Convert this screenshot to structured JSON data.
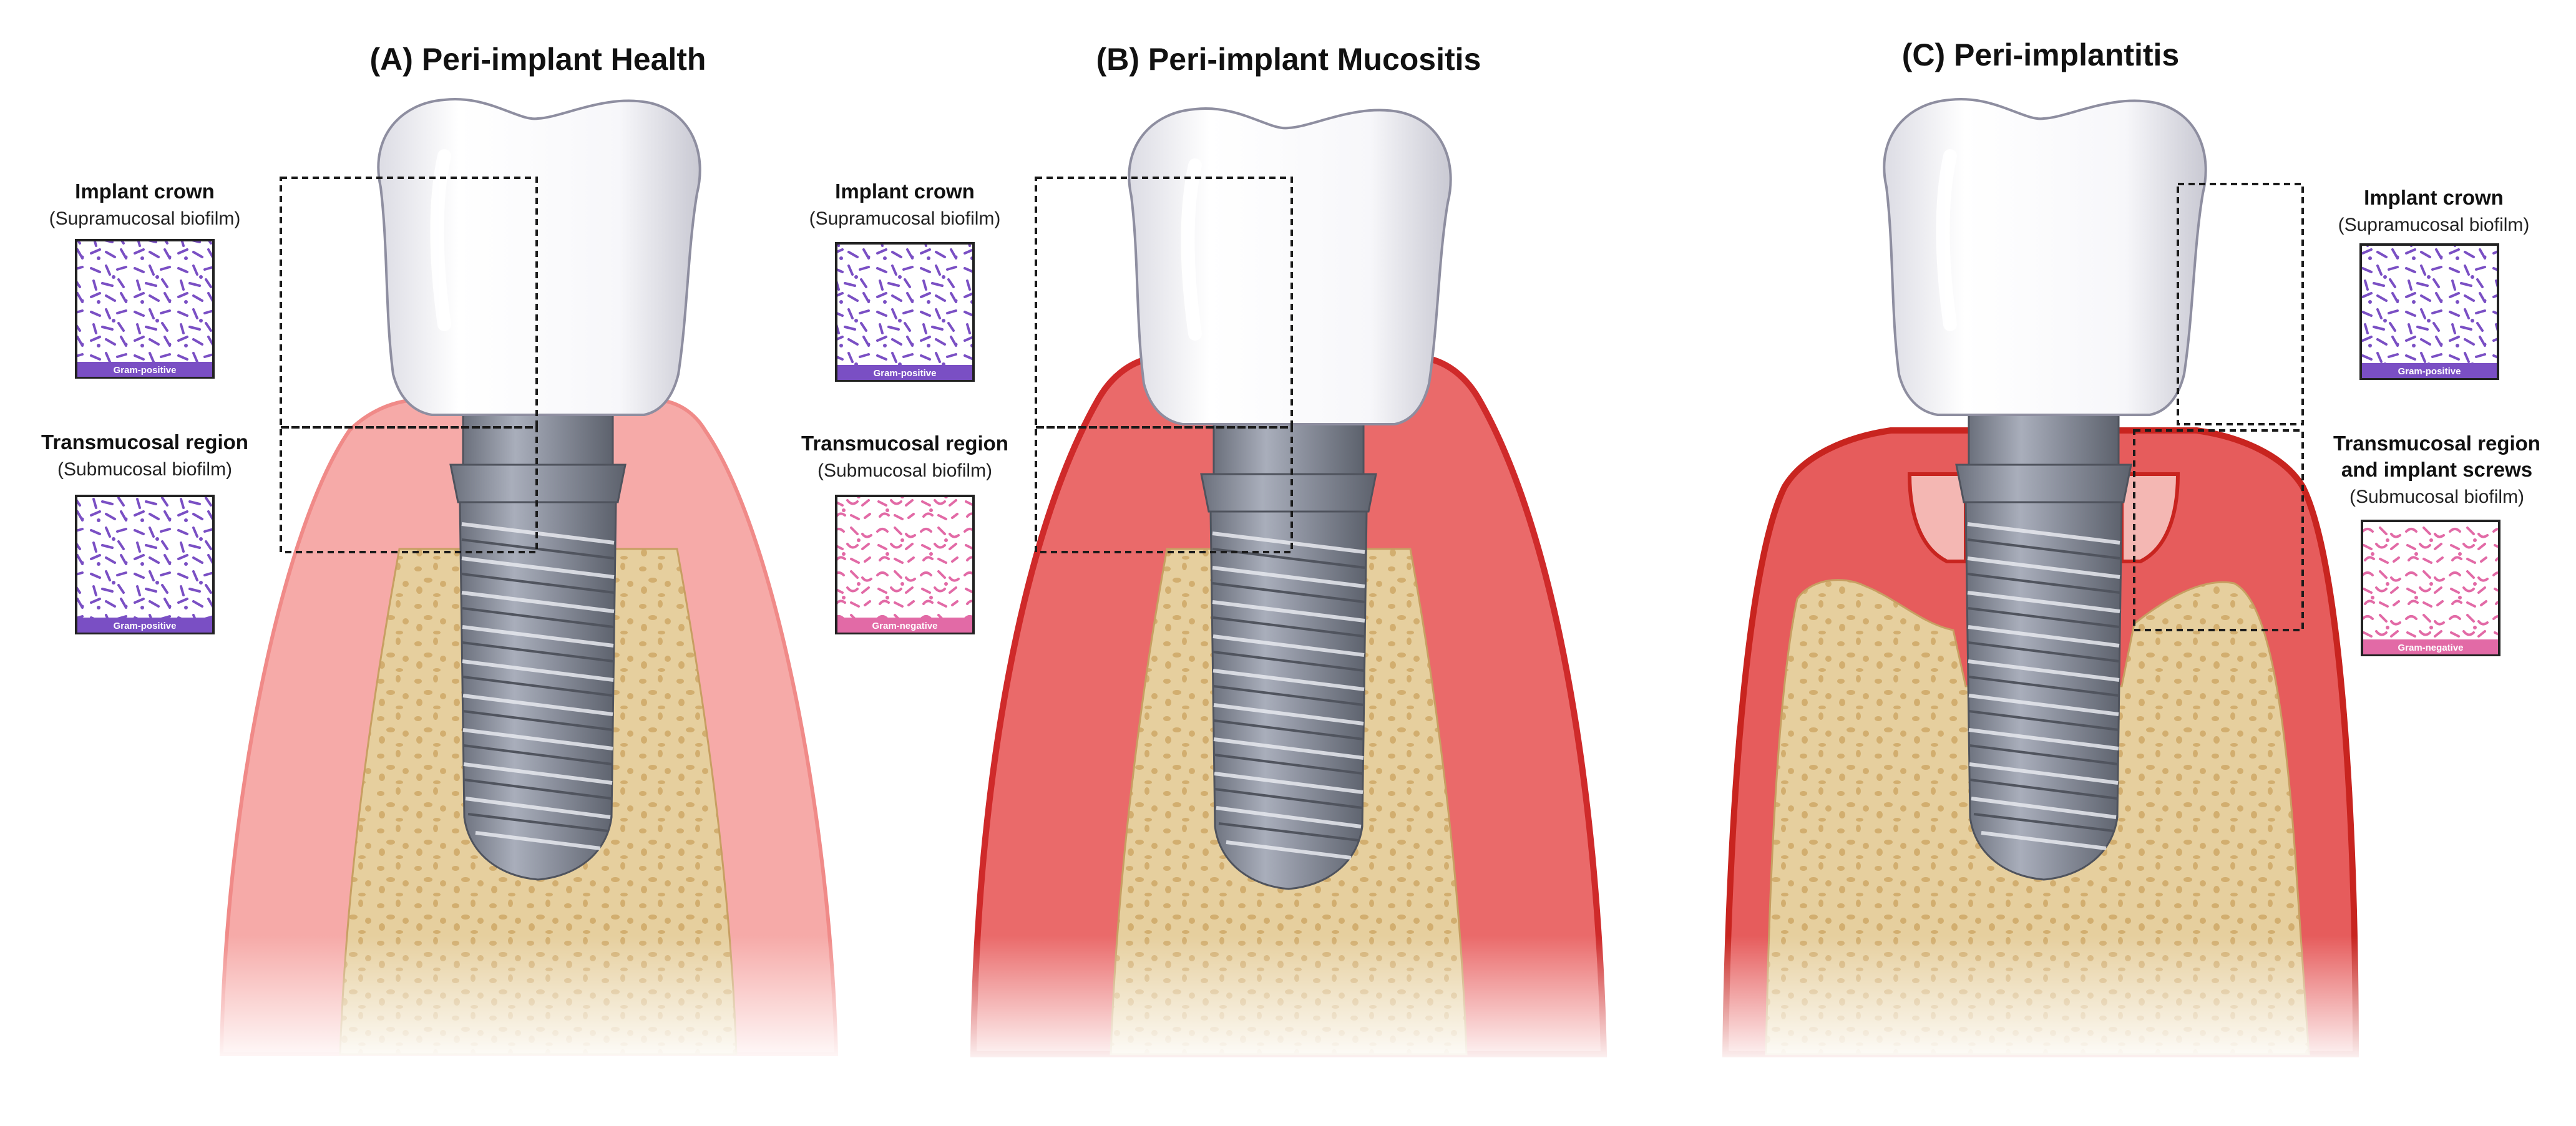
{
  "panels": [
    {
      "title": "(A) Peri-implant Health",
      "gum": "#f6aaa8",
      "gum_edge": "#f08a88",
      "crown_label": "Implant crown",
      "crown_sub": "(Supramucosal biofilm)",
      "crown_gram": "Gram-positive",
      "trans_label_1": "Transmucosal region",
      "trans_label_2": "",
      "trans_sub": "(Submucosal biofilm)",
      "trans_gram": "Gram-positive"
    },
    {
      "title": "(B) Peri-implant Mucositis",
      "gum": "#ea6a6a",
      "gum_edge": "#cf2a2a",
      "crown_label": "Implant crown",
      "crown_sub": "(Supramucosal biofilm)",
      "crown_gram": "Gram-positive",
      "trans_label_1": "Transmucosal region",
      "trans_label_2": "",
      "trans_sub": "(Submucosal biofilm)",
      "trans_gram": "Gram-negative"
    },
    {
      "title": "(C) Peri-implantitis",
      "gum": "#e65c5c",
      "gum_edge": "#c8241f",
      "crown_label": "Implant crown",
      "crown_sub": "(Supramucosal biofilm)",
      "crown_gram": "Gram-positive",
      "trans_label_1": "Transmucosal region",
      "trans_label_2": "and implant screws",
      "trans_sub": "(Submucosal biofilm)",
      "trans_gram": "Gram-negative"
    }
  ],
  "colors": {
    "gram_positive": "#7a4fc4",
    "gram_negative": "#e26aa6",
    "bone": "#e6cf9e",
    "bone_spots": "#d2ae6f",
    "implant": "#8a8f9c",
    "crown": "#ffffff"
  }
}
